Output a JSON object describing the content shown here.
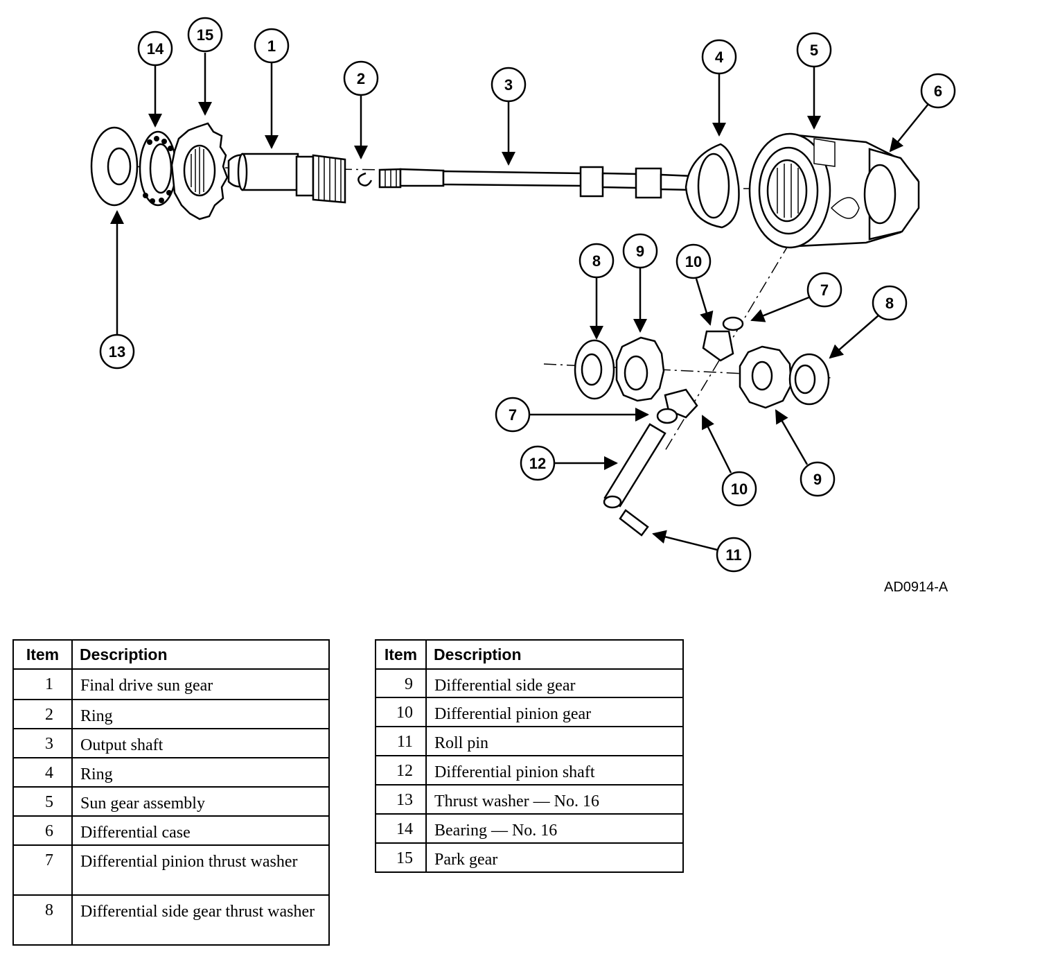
{
  "callouts": [
    "14",
    "15",
    "1",
    "2",
    "3",
    "4",
    "5",
    "6",
    "13",
    "8",
    "9",
    "10",
    "7",
    "8",
    "7",
    "12",
    "10",
    "9",
    "11"
  ],
  "figure_code": "AD0914-A",
  "table_left": {
    "header_item": "Item",
    "header_description": "Description",
    "rows": [
      {
        "item": "1",
        "description": "Final drive sun gear"
      },
      {
        "item": "2",
        "description": "Ring"
      },
      {
        "item": "3",
        "description": "Output shaft"
      },
      {
        "item": "4",
        "description": "Ring"
      },
      {
        "item": "5",
        "description": "Sun gear assembly"
      },
      {
        "item": "6",
        "description": "Differential case"
      },
      {
        "item": "7",
        "description": "Differential pinion thrust washer"
      },
      {
        "item": "8",
        "description": "Differential side gear thrust washer"
      }
    ]
  },
  "table_right": {
    "header_item": "Item",
    "header_description": "Description",
    "rows": [
      {
        "item": "9",
        "description": "Differential side gear"
      },
      {
        "item": "10",
        "description": "Differential pinion gear"
      },
      {
        "item": "11",
        "description": "Roll pin"
      },
      {
        "item": "12",
        "description": "Differential pinion shaft"
      },
      {
        "item": "13",
        "description": "Thrust washer — No. 16"
      },
      {
        "item": "14",
        "description": "Bearing — No. 16"
      },
      {
        "item": "15",
        "description": "Park gear"
      }
    ]
  }
}
